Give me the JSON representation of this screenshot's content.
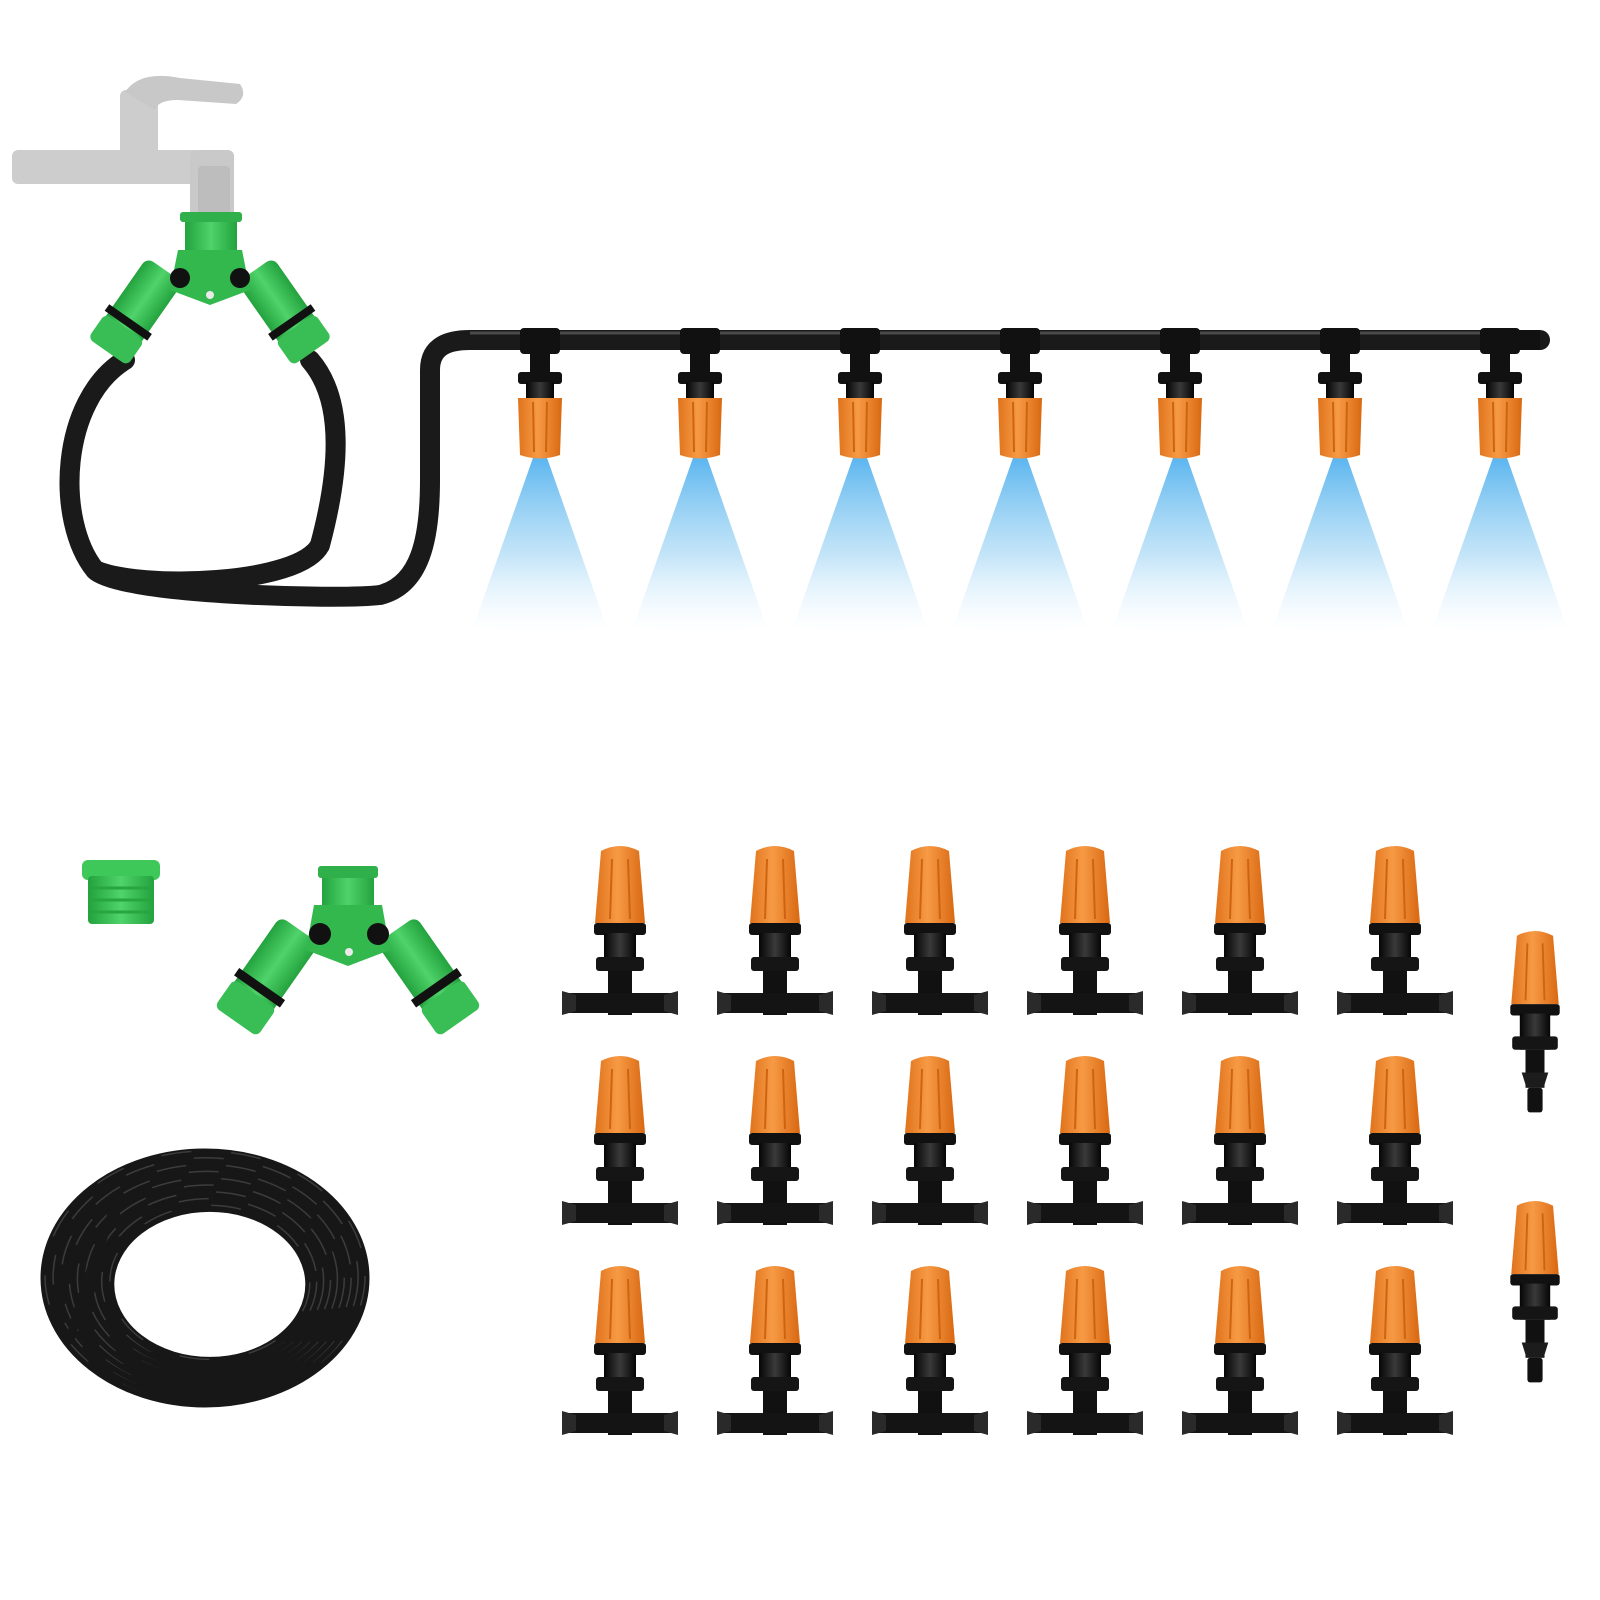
{
  "colors": {
    "background": "#ffffff",
    "tube": "#1b1b1b",
    "tube_highlight": "#4a4a4a",
    "fitting_black": "#111111",
    "nozzle_orange": "#f28a2e",
    "nozzle_orange_dark": "#d96d12",
    "connector_green": "#3fc45a",
    "connector_green_dark": "#25a03f",
    "faucet_gray": "#cfcfcf",
    "mist_blue": "#6ab9ec"
  },
  "icons": {
    "faucet": "faucet-icon",
    "y_splitter": "y-splitter-icon",
    "adapter": "thread-adapter-icon",
    "nozzle_tee": "mist-nozzle-tee-icon",
    "nozzle_end": "mist-nozzle-end-icon",
    "tubing_coil": "tubing-coil-icon",
    "mist_spray": "mist-spray-icon"
  },
  "assembly": {
    "nozzle_count": 7
  },
  "parts": {
    "tee_nozzle_rows": 3,
    "tee_nozzles_per_row": 6,
    "end_nozzle_count": 2,
    "adapter_count": 1,
    "splitter_count": 1,
    "tubing_coil_count": 1
  }
}
